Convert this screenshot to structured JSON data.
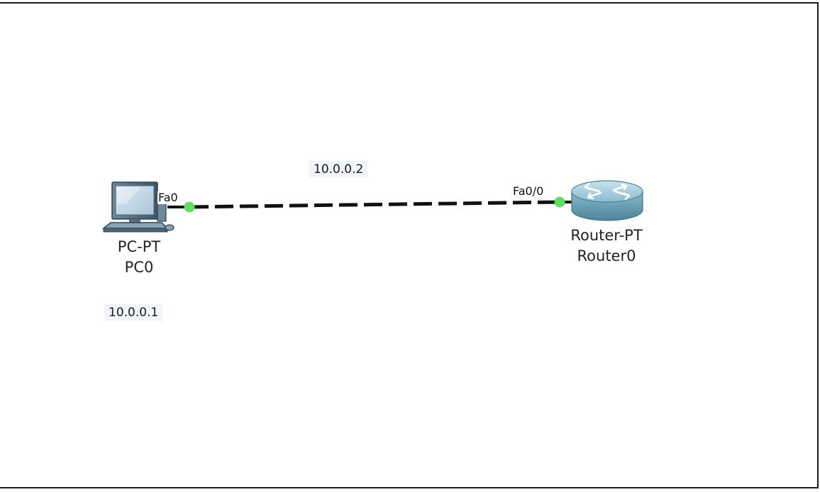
{
  "workspace": {
    "background": "#ffffff",
    "border_color": "#1a1a1a"
  },
  "devices": {
    "pc": {
      "model": "PC-PT",
      "name": "PC0",
      "icon": "pc-icon",
      "port": "Fa0",
      "ip_note": "10.0.0.1"
    },
    "router": {
      "model": "Router-PT",
      "name": "Router0",
      "icon": "router-icon",
      "port": "Fa0/0",
      "ip_note": "10.0.0.2"
    }
  },
  "link": {
    "type": "copper-straight-through",
    "style": "dashed",
    "color": "#111111",
    "status_color": "#5ee05e"
  },
  "colors": {
    "note_background": "#f1f3fa",
    "link_up": "#5ee05e",
    "router_body": "#7fb4c7"
  }
}
